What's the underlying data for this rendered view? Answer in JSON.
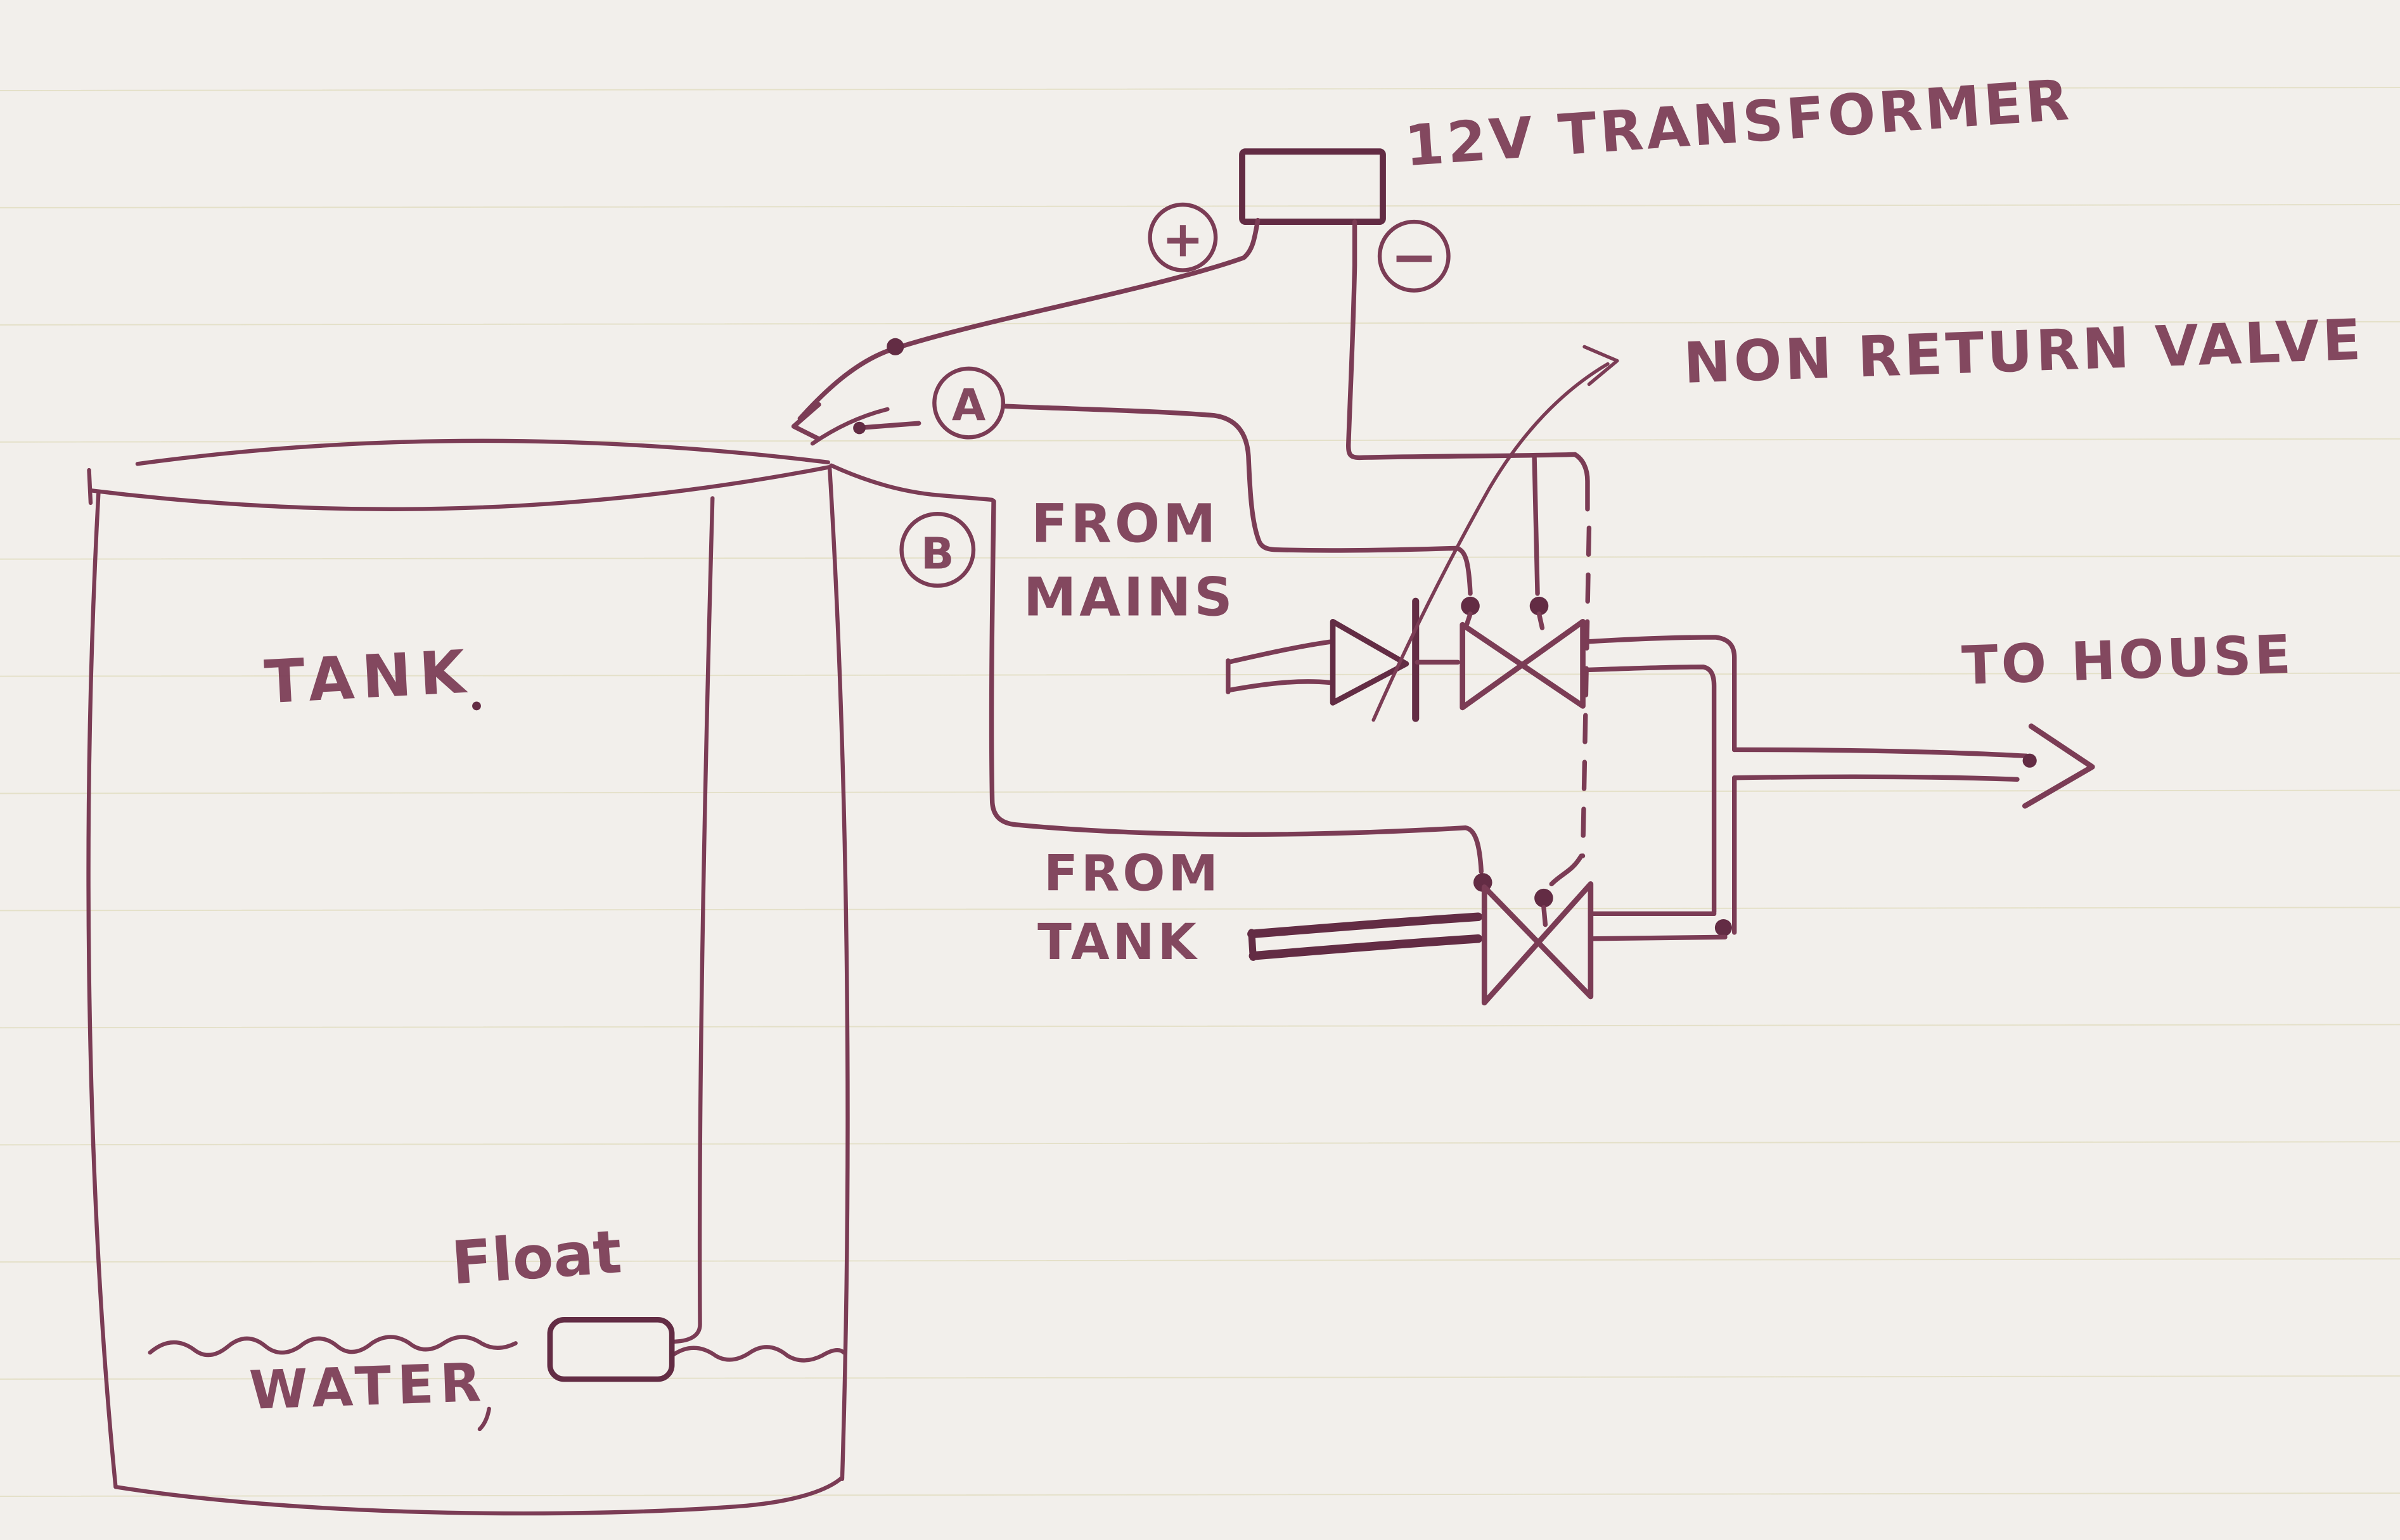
{
  "colors": {
    "paper": "#f2efeb",
    "ink": "#7b3c55",
    "ink_bold": "#632c44",
    "ruled_line": "#d9d4ab"
  },
  "labels": {
    "transformer": "12V TRANSFORMER",
    "non_return_valve": "NON RETURN VALVE",
    "from_mains_line1": "FROM",
    "from_mains_line2": "MAINS",
    "from_tank_line1": "FROM",
    "from_tank_line2": "TANK",
    "to_house": "TO HOUSE",
    "tank": "TANK",
    "float": "Float",
    "water": "WATER",
    "plus_terminal": "+",
    "minus_terminal": "−",
    "wire_a": "A",
    "wire_b": "B"
  }
}
